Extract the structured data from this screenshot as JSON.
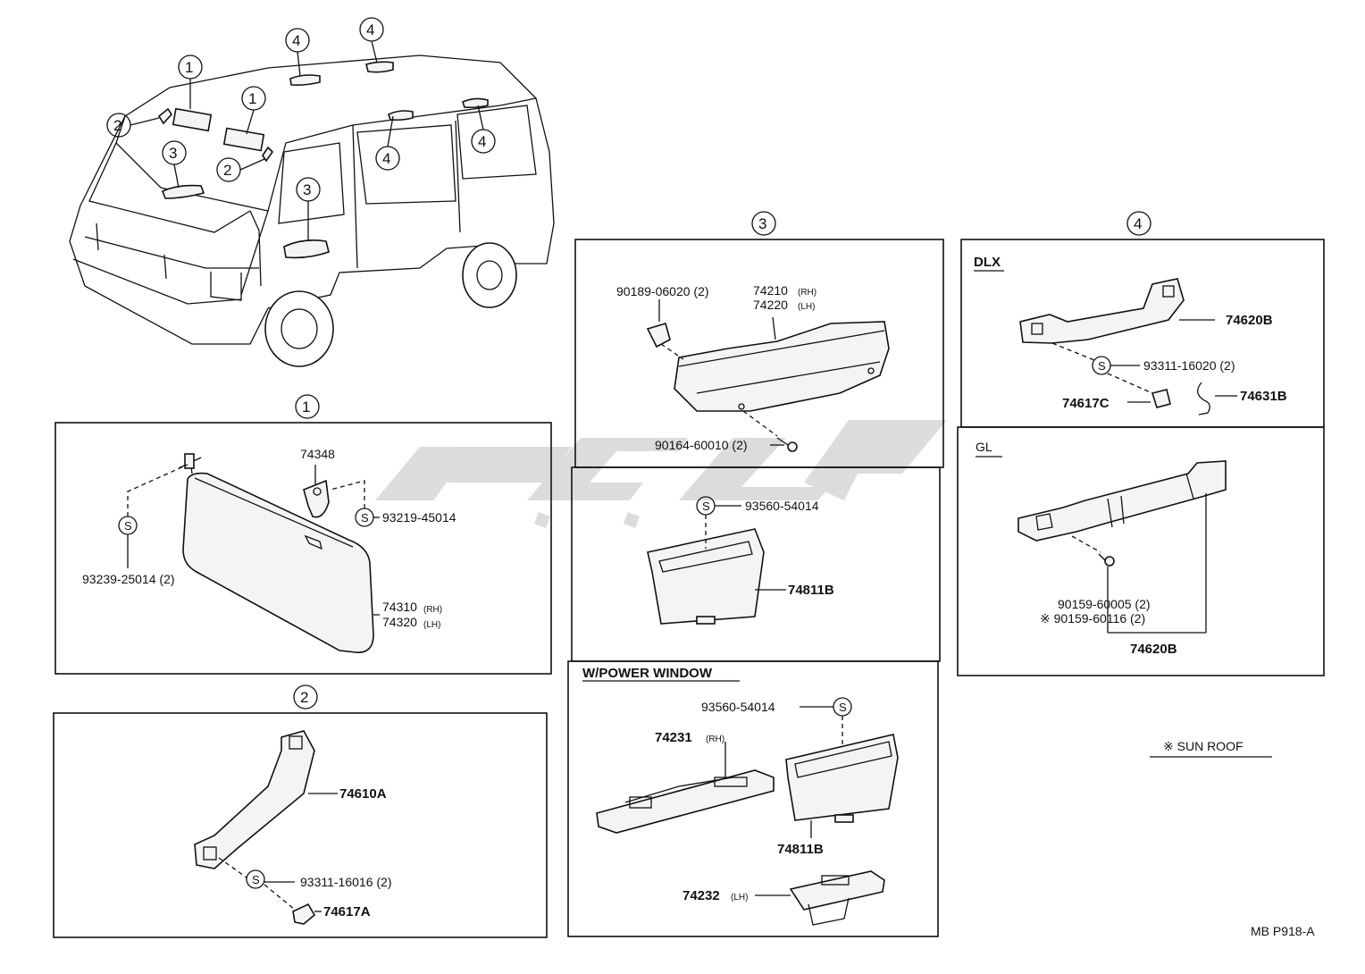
{
  "diagram": {
    "callouts": [
      "1",
      "2",
      "3",
      "4"
    ],
    "section_1": {
      "number": "1",
      "parts": {
        "p74348": "74348",
        "p93219": "93219-45014",
        "p93239": "93239-25014 (2)",
        "p74310": "74310",
        "p74310_sub": "(RH)",
        "p74320": "74320",
        "p74320_sub": "(LH)"
      }
    },
    "section_2": {
      "number": "2",
      "parts": {
        "p74610A": "74610A",
        "p93311": "93311-16016 (2)",
        "p74617A": "74617A"
      }
    },
    "section_3": {
      "number": "3",
      "parts": {
        "p90189": "90189-06020 (2)",
        "p74210": "74210",
        "p74210_sub": "(RH)",
        "p74220": "74220",
        "p74220_sub": "(LH)",
        "p90164": "90164-60010 (2)",
        "p93560a": "93560-54014",
        "p74811a": "74811B"
      }
    },
    "power_window": {
      "title": "W/POWER WINDOW",
      "parts": {
        "p93560b": "93560-54014",
        "p74231": "74231",
        "p74231_sub": "(RH)",
        "p74811b": "74811B",
        "p74232": "74232",
        "p74232_sub": "(LH)"
      }
    },
    "section_4": {
      "number": "4",
      "dlx_title": "DLX",
      "gl_title": "GL",
      "parts": {
        "p74620a": "74620B",
        "p93311b": "93311-16020 (2)",
        "p74617C": "74617C",
        "p74631B": "74631B",
        "p90159a": "90159-60005 (2)",
        "p90159b": "※ 90159-60116 (2)",
        "p74620b": "74620B"
      }
    },
    "legend_note": "※  SUN ROOF",
    "figure_code": "MB P918-A",
    "s_mark": "S"
  }
}
